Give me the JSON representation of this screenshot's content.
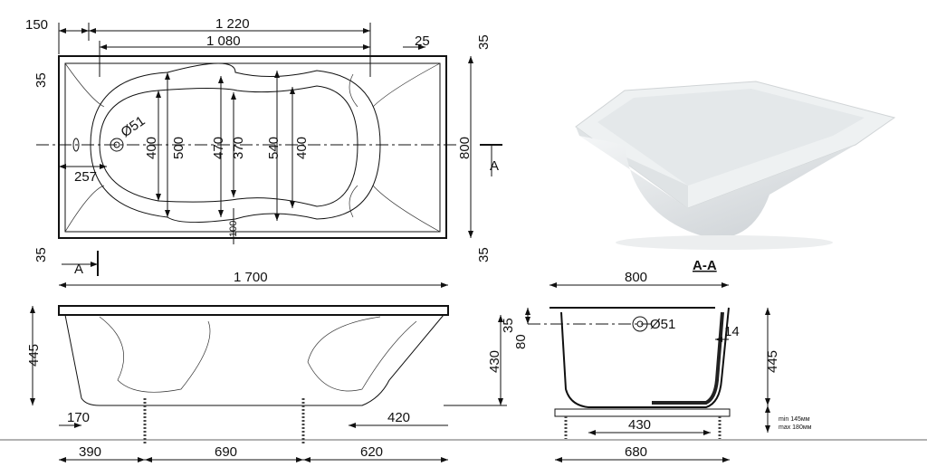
{
  "top_view": {
    "dims": {
      "d150": "150",
      "d1220": "1 220",
      "d1080": "1 080",
      "d25": "25",
      "d35_tl": "35",
      "d35_bl": "35",
      "d35_tr": "35",
      "d35_br": "35",
      "d800": "800",
      "d400a": "400",
      "d500": "500",
      "d470": "470",
      "d370": "370",
      "d540": "540",
      "d400b": "400",
      "d257": "257",
      "d100": "100",
      "drain": "Ø51"
    },
    "section_mark_right": "A",
    "section_mark_left": "A"
  },
  "side_view": {
    "dims": {
      "d1700": "1 700",
      "d445": "445",
      "d430": "430",
      "d35": "35",
      "d170": "170",
      "d420": "420",
      "d390": "390",
      "d690": "690",
      "d620": "620"
    }
  },
  "section_view": {
    "title": "A-A",
    "dims": {
      "d800": "800",
      "d80": "80",
      "drain": "Ø51",
      "d14": "14",
      "d445": "445",
      "d430": "430",
      "d680": "680",
      "leg_min": "min 145мм",
      "leg_max": "max 180мм"
    }
  }
}
